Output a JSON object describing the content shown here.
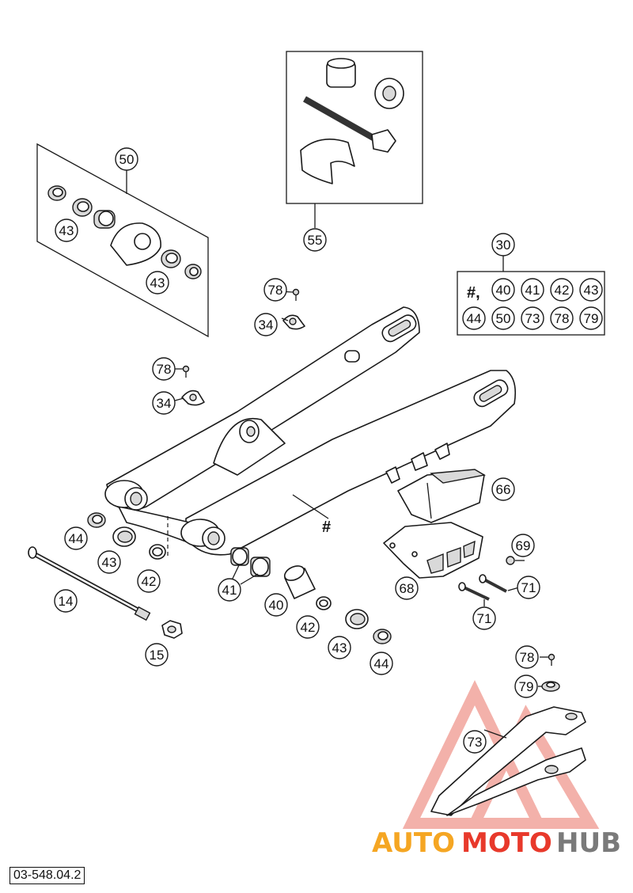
{
  "diagram": {
    "document_code": "03-548.04.2",
    "callouts": [
      {
        "id": "c50",
        "label": "50"
      },
      {
        "id": "c43a",
        "label": "43"
      },
      {
        "id": "c43b",
        "label": "43"
      },
      {
        "id": "c55",
        "label": "55"
      },
      {
        "id": "c30",
        "label": "30"
      },
      {
        "id": "c78a",
        "label": "78"
      },
      {
        "id": "c34a",
        "label": "34"
      },
      {
        "id": "c78b",
        "label": "78"
      },
      {
        "id": "c34b",
        "label": "34"
      },
      {
        "id": "c66",
        "label": "66"
      },
      {
        "id": "c69",
        "label": "69"
      },
      {
        "id": "c71a",
        "label": "71"
      },
      {
        "id": "c71b",
        "label": "71"
      },
      {
        "id": "c68",
        "label": "68"
      },
      {
        "id": "c44a",
        "label": "44"
      },
      {
        "id": "c43c",
        "label": "43"
      },
      {
        "id": "c42a",
        "label": "42"
      },
      {
        "id": "c14",
        "label": "14"
      },
      {
        "id": "c41",
        "label": "41"
      },
      {
        "id": "c40",
        "label": "40"
      },
      {
        "id": "c42b",
        "label": "42"
      },
      {
        "id": "c43d",
        "label": "43"
      },
      {
        "id": "c44b",
        "label": "44"
      },
      {
        "id": "c15",
        "label": "15"
      },
      {
        "id": "c78c",
        "label": "78"
      },
      {
        "id": "c79",
        "label": "79"
      },
      {
        "id": "c73",
        "label": "73"
      }
    ],
    "kit_30": {
      "prefix": "#,",
      "row1": [
        "40",
        "41",
        "42",
        "43"
      ],
      "row2": [
        "44",
        "50",
        "73",
        "78",
        "79"
      ]
    },
    "hash_mark": "#",
    "watermark": {
      "part1": "AUTO",
      "part2": "MOTO",
      "part3": "HUB",
      "color_orange": "#f5a623",
      "color_red": "#e8392b",
      "color_grey": "#7a7a7a"
    }
  }
}
